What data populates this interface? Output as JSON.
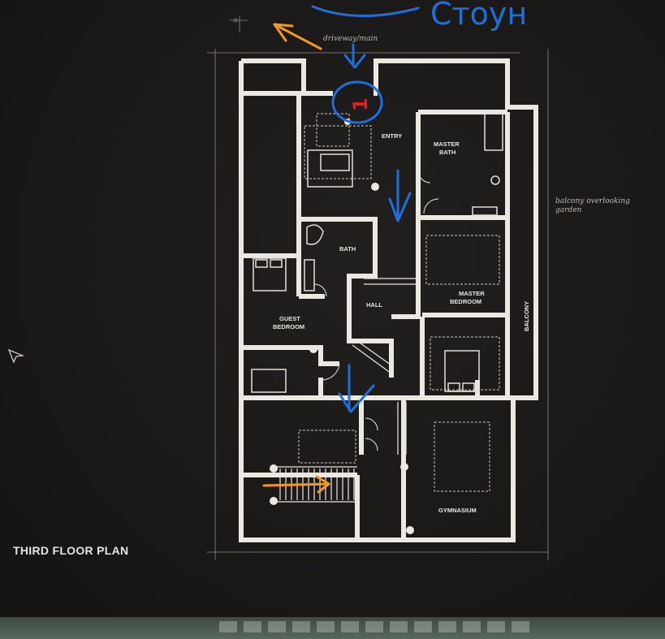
{
  "plan": {
    "title": "THIRD FLOOR PLAN",
    "rooms": {
      "entry": "ENTRY",
      "master_bath_line1": "MASTER",
      "master_bath_line2": "BATH",
      "bath": "BATH",
      "guest_line1": "GUEST",
      "guest_line2": "BEDROOM",
      "hall": "HALL",
      "master_bed_line1": "MASTER",
      "master_bed_line2": "BEDROOM",
      "balcony": "BALCONY",
      "gymnasium": "GYMNASIUM"
    }
  },
  "annotations": {
    "handwritten_title": "Стоун",
    "driveway_note": "driveway/main",
    "balcony_note_line1": "balcony overlooking",
    "balcony_note_line2": "garden",
    "entry_marker": "1"
  },
  "colors": {
    "background": "#1a1817",
    "walls": "#ebe8e1",
    "annotation_blue": "#1e6fd9",
    "annotation_orange": "#f39a1e",
    "annotation_red": "#e0201d"
  }
}
